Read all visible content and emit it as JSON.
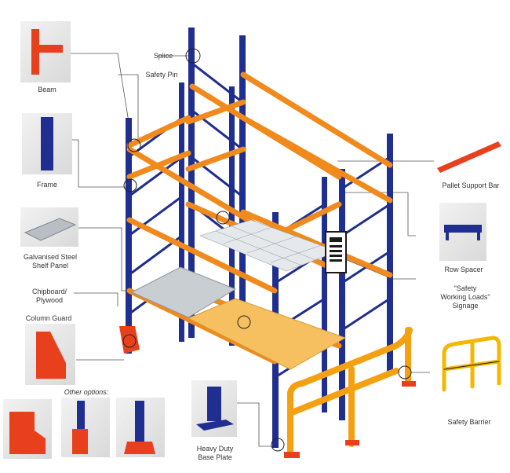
{
  "labels": {
    "splice": "Splice",
    "safety_pin": "Safety Pin",
    "beam": "Beam",
    "frame": "Frame",
    "galvanised_1": "Galvanised Steel",
    "galvanised_2": "Shelf Panel",
    "chipboard_1": "Chipboard/",
    "chipboard_2": "Plywood",
    "column_guard": "Column Guard",
    "other_options": "Other options:",
    "pallet_support_bar": "Pallet Support Bar",
    "row_spacer": "Row Spacer",
    "signage_1": "\"Safety",
    "signage_2": "Working Loads\"",
    "signage_3": "Signage",
    "safety_barrier": "Safety Barrier",
    "base_plate_1": "Heavy Duty",
    "base_plate_2": "Base Plate"
  },
  "colors": {
    "upright_blue": "#1f2e8f",
    "beam_orange": "#f08a1c",
    "accessory_red": "#e8401c",
    "barrier_yellow": "#f5b800",
    "leader_line": "#555555"
  }
}
